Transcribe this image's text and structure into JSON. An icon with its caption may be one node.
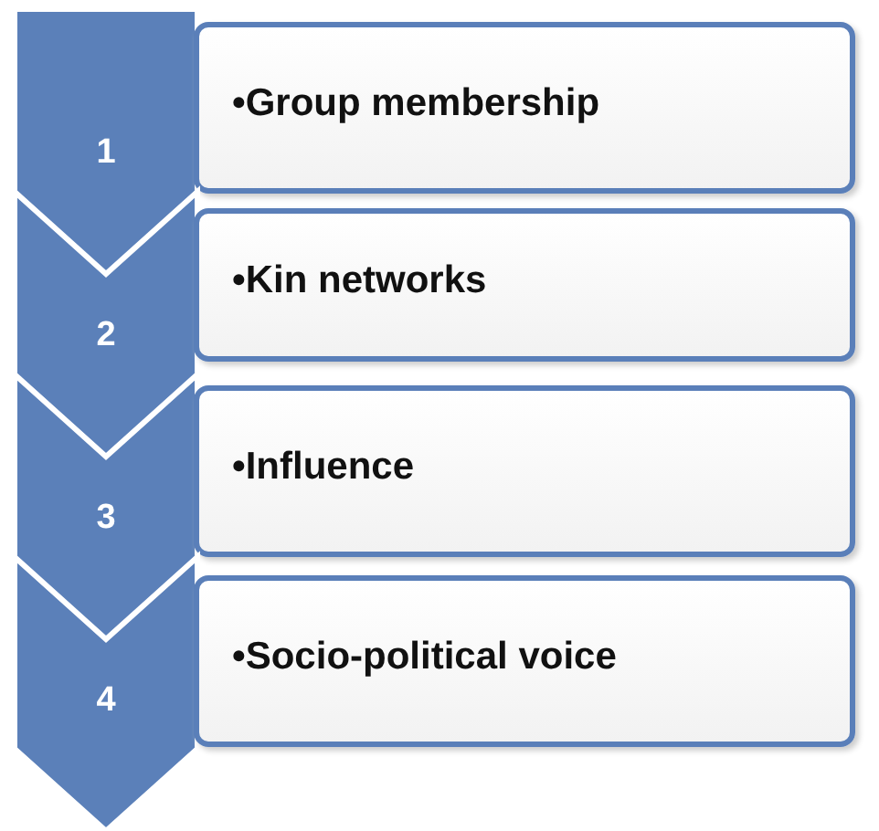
{
  "diagram": {
    "nodes": [
      {
        "text": [
          "1"
        ]
      },
      {
        "text": [
          "•Group membership"
        ]
      },
      {
        "text": [
          "2"
        ]
      },
      {
        "text": [
          "•Kin networks"
        ]
      },
      {
        "text": [
          "3"
        ]
      },
      {
        "text": [
          "•Influence"
        ]
      },
      {
        "text": [
          "4"
        ]
      },
      {
        "text": [
          "•Socio-political voice"
        ]
      }
    ]
  }
}
